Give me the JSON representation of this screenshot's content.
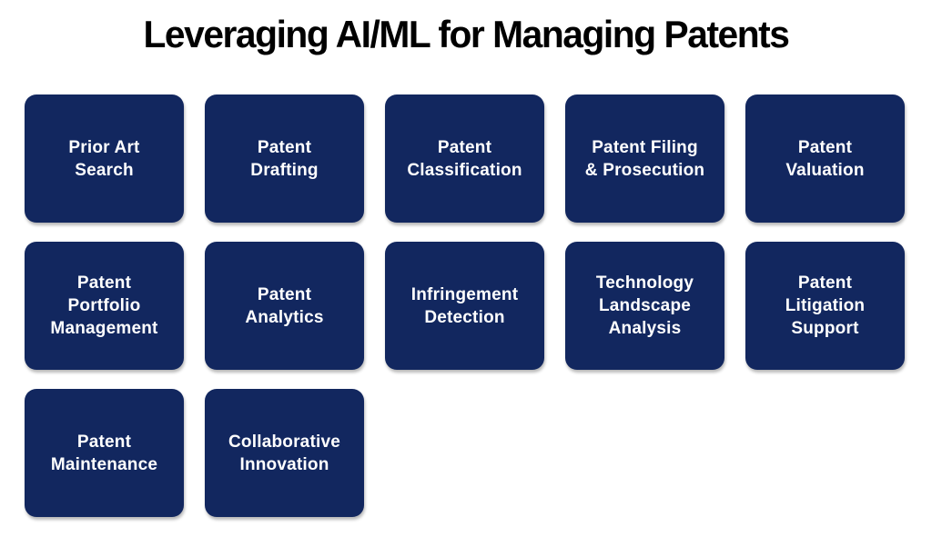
{
  "title": "Leveraging AI/ML for Managing Patents",
  "colors": {
    "page_bg": "#FFFFFF",
    "title_text": "#000000",
    "card_bg": "#12275F",
    "card_text": "#FFFFFF"
  },
  "grid": {
    "items": [
      {
        "label": "Prior Art\nSearch"
      },
      {
        "label": "Patent\nDrafting"
      },
      {
        "label": "Patent\nClassification"
      },
      {
        "label": "Patent Filing\n& Prosecution"
      },
      {
        "label": "Patent\nValuation"
      },
      {
        "label": "Patent\nPortfolio\nManagement"
      },
      {
        "label": "Patent\nAnalytics"
      },
      {
        "label": "Infringement\nDetection"
      },
      {
        "label": "Technology\nLandscape\nAnalysis"
      },
      {
        "label": "Patent\nLitigation\nSupport"
      },
      {
        "label": "Patent\nMaintenance"
      },
      {
        "label": "Collaborative\nInnovation"
      }
    ]
  }
}
